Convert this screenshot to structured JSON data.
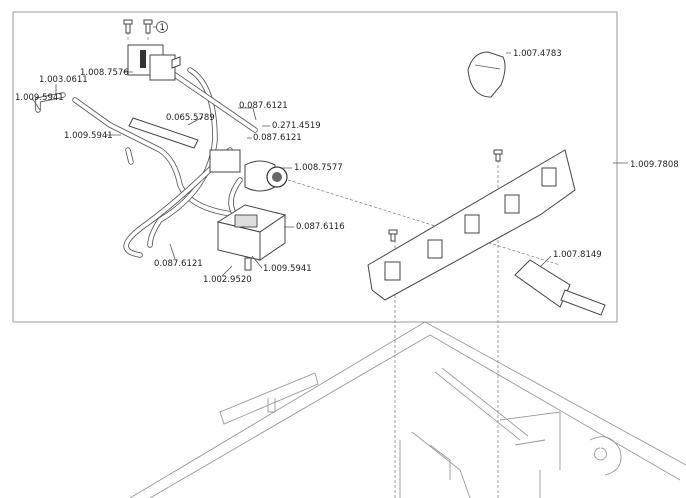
{
  "callouts": {
    "note_marker": "1",
    "valve_top": "1.008.7576",
    "fitting_left": "1.003.0611",
    "hose_far_left": "1.009.5941",
    "hose_left": "1.009.5941",
    "rod": "0.065.5789",
    "tube_upper": "0.087.6121",
    "connector": "0.271.4519",
    "tube_mid": "0.087.6121",
    "pump": "1.008.7577",
    "tube_right": "0.087.6116",
    "hose_bottom": "1.009.5941",
    "tube_bottom": "0.087.6121",
    "boiler": "1.002.9520",
    "knob": "1.007.4783",
    "panel": "1.009.7808",
    "handle": "1.007.8149"
  }
}
